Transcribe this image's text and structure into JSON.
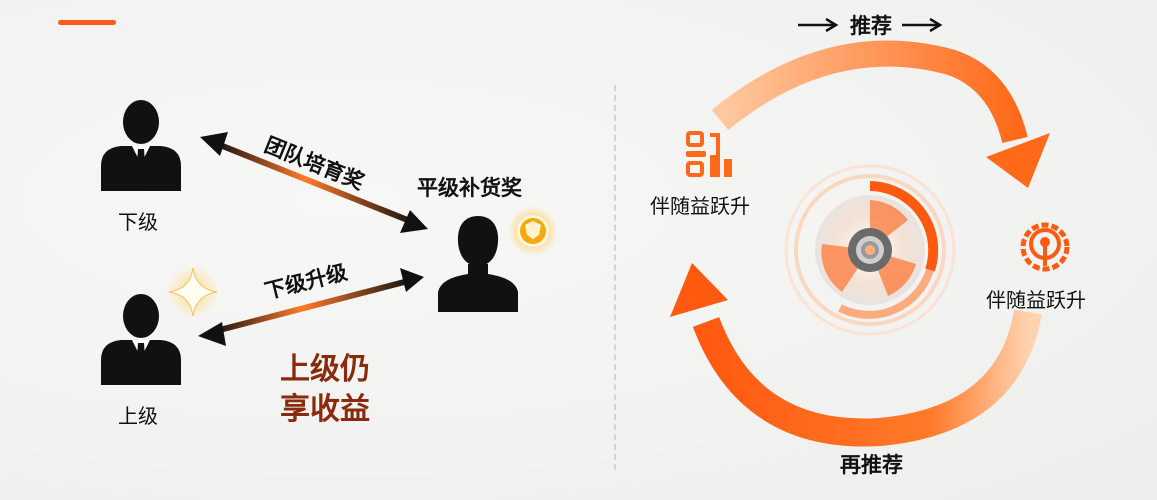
{
  "header": {
    "title_visible": false,
    "accent_color": "#ff5a1a"
  },
  "left_panel": {
    "people": [
      {
        "id": "subordinate",
        "label": "下级",
        "icon": "person-suit-icon"
      },
      {
        "id": "superior",
        "label": "上级",
        "icon": "person-suit-icon"
      },
      {
        "id": "peer",
        "label": "平级补货奖",
        "icon": "person-silhouette-icon",
        "badge": "coin-icon"
      }
    ],
    "arrows": [
      {
        "label": "团队培育奖",
        "from": "subordinate",
        "to": "peer",
        "direction": "bidirectional"
      },
      {
        "label": "下级升级",
        "from": "superior",
        "to": "peer",
        "direction": "bidirectional"
      }
    ],
    "highlight": {
      "line1": "上级仍",
      "line2": "享收益",
      "color": "#8a2a0e"
    },
    "sparkle_icon": "sparkle-icon"
  },
  "right_panel": {
    "top_label": "推荐",
    "bottom_label": "再推荐",
    "nodes": [
      {
        "label": "伴随益跃升",
        "icon": "bar-chart-icon"
      },
      {
        "label": "伴随益跃升",
        "icon": "gear-signal-icon"
      }
    ],
    "center_icon": "spinning-disc-icon",
    "colors": {
      "orange_dark": "#ff5a10",
      "orange_light": "#ffb07a"
    }
  }
}
